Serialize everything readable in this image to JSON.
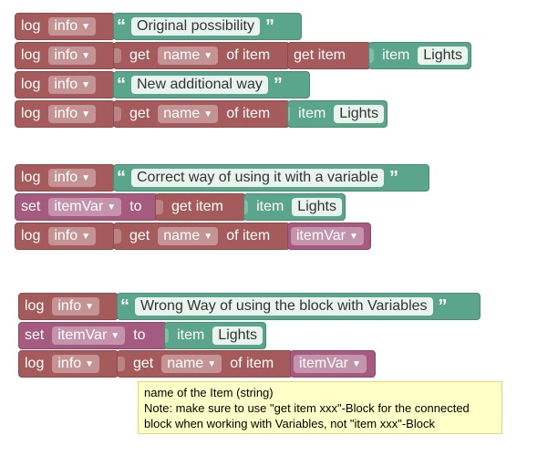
{
  "labels": {
    "log": "log",
    "get": "get",
    "of_item": "of item",
    "get_item": "get item",
    "item": "item",
    "set": "set",
    "to": "to"
  },
  "dropdowns": {
    "info": "info",
    "name": "name",
    "itemVar": "itemVar"
  },
  "fields": {
    "lights": "Lights"
  },
  "texts": {
    "t1": "Original possibility",
    "t2": "New additional way",
    "t3": "Correct way of using it with a variable",
    "t4": "Wrong Way of using the block with Variables"
  },
  "quotes": {
    "open": "“",
    "close": "”"
  },
  "tooltip": {
    "line1": "name of the Item (string)",
    "line2": "Note: make sure to use \"get item xxx\"-Block for the connected",
    "line3": "block when working with Variables, not \"item xxx\"-Block"
  },
  "colors": {
    "log_block": "#a55b5b",
    "text_block": "#5ba58c",
    "variable_block": "#a55b80",
    "tooltip_bg": "#ffffc7"
  }
}
